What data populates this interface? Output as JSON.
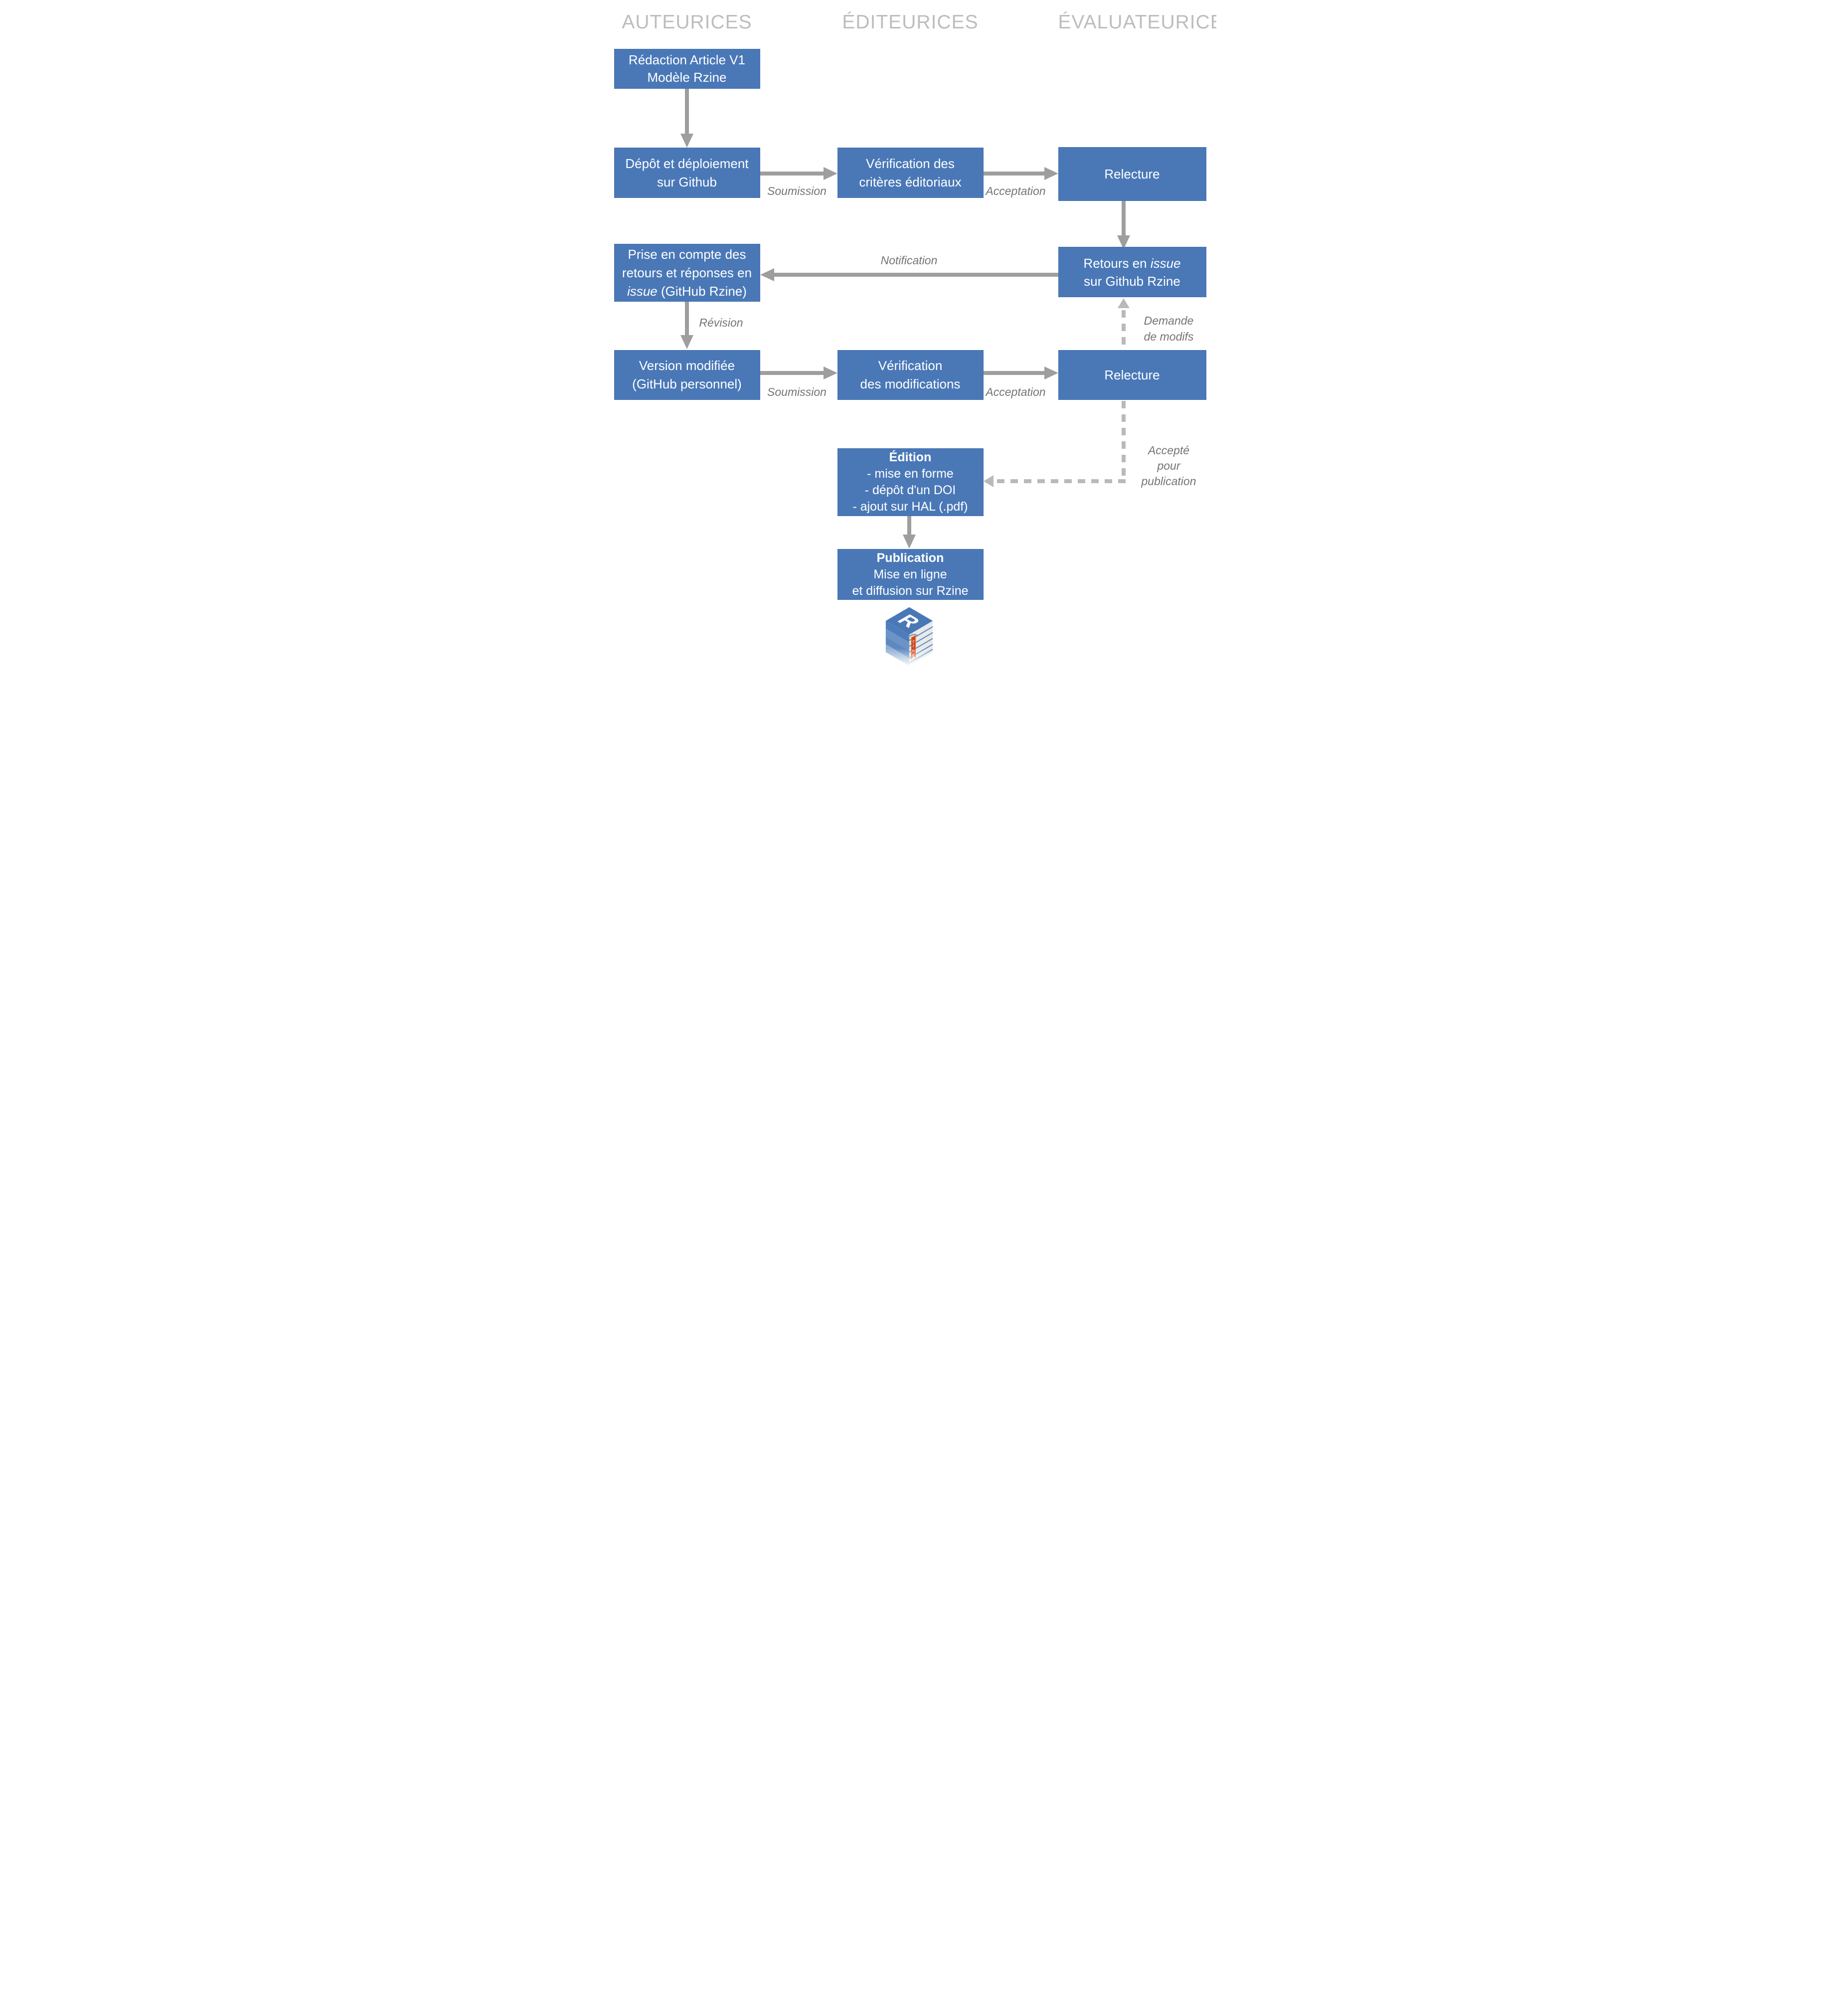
{
  "headers": [
    "AUTEURICES",
    "ÉDITEURICES",
    "ÉVALUATEURICES"
  ],
  "boxes": {
    "redaction": {
      "l1": "Rédaction Article V1",
      "l2": "Modèle Rzine"
    },
    "depot": {
      "l1": "Dépôt et déploiement",
      "l2": "sur Github"
    },
    "verif_criteres": {
      "l1": "Vérification des",
      "l2": "critères éditoriaux"
    },
    "relecture1": {
      "l1": "Relecture"
    },
    "prise": {
      "l1": "Prise en compte des",
      "l2": "retours et réponses en",
      "l3_italic": "issue",
      "l3_post": " (GitHub Rzine)"
    },
    "retours": {
      "l1_pre": "Retours en ",
      "l1_italic": "issue",
      "l2": "sur Github Rzine"
    },
    "version": {
      "l1": "Version modifiée",
      "l2": "(GitHub personnel)"
    },
    "verif_modifs": {
      "l1": "Vérification",
      "l2": "des modifications"
    },
    "relecture2": {
      "l1": "Relecture"
    },
    "edition": {
      "title": "Édition",
      "item1": "- mise en forme",
      "item2": "- dépôt d'un DOI",
      "item3": "- ajout sur HAL (.pdf)"
    },
    "publication": {
      "title": "Publication",
      "l2": "Mise en ligne",
      "l3": "et diffusion sur Rzine"
    }
  },
  "arrow_labels": {
    "soumission1": "Soumission",
    "acceptation1": "Acceptation",
    "notification": "Notification",
    "revision": "Révision",
    "soumission2": "Soumission",
    "acceptation2": "Acceptation",
    "demande_l1": "Demande",
    "demande_l2": "de modifs",
    "accepte_l1": "Accepté",
    "accepte_l2": "pour",
    "accepte_l3": "publication"
  },
  "logo": {
    "letter": "R",
    "ribbon_l1": "z",
    "ribbon_l2": "i",
    "ribbon_l3": "n",
    "ribbon_l4": "e"
  },
  "colors": {
    "box_blue": "#4a78b7",
    "arrow_gray": "#9e9e9e",
    "dashed_gray": "#b9b9b9",
    "label_gray": "#747474",
    "header_gray": "#bdbdbd",
    "ribbon_red": "#d0402a"
  }
}
